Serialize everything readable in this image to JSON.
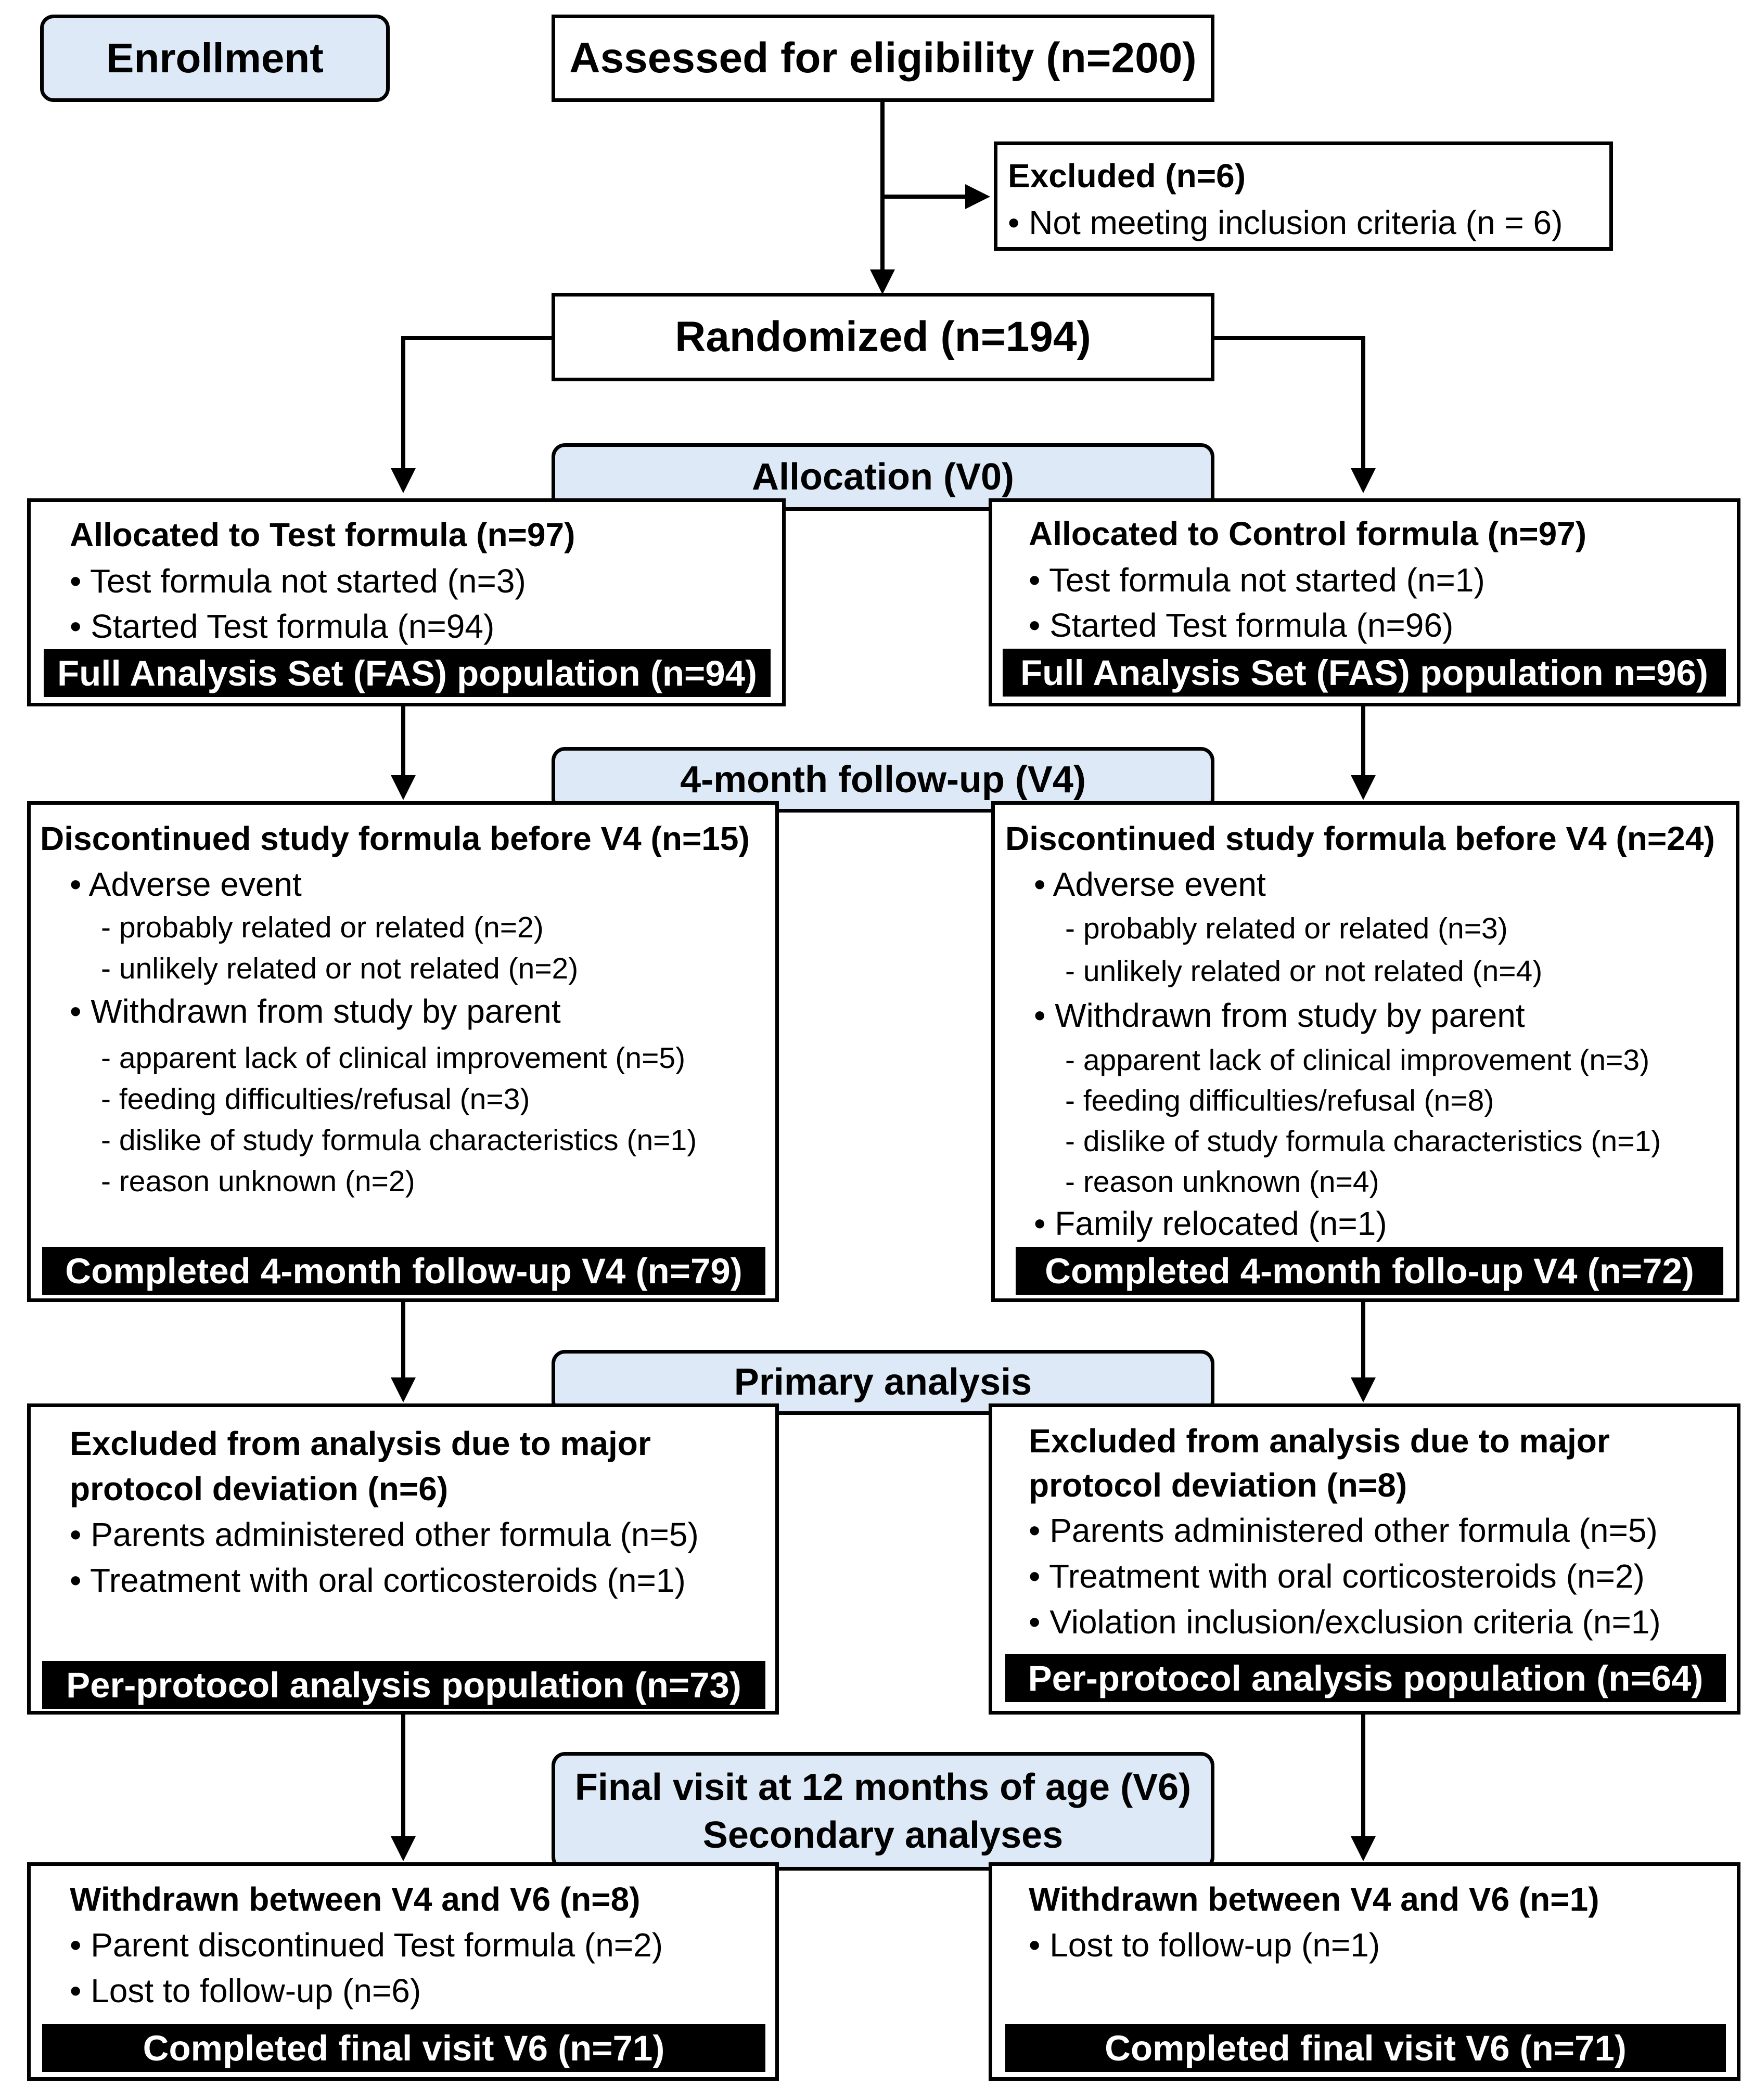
{
  "enrollment": {
    "label": "Enrollment",
    "assessed": "Assessed for eligibility (n=200)",
    "excluded_title": "Excluded (n=6)",
    "excluded_reason": "• Not meeting inclusion criteria (n = 6)",
    "randomized": "Randomized (n=194)"
  },
  "stages": {
    "allocation": "Allocation (V0)",
    "followup": "4-month follow-up (V4)",
    "primary": "Primary analysis",
    "final_line1": "Final visit at 12 months of age (V6)",
    "final_line2": "Secondary analyses"
  },
  "test": {
    "allocation": {
      "title": "Allocated to Test formula (n=97)",
      "items": [
        "• Test formula not started (n=3)",
        "• Started Test formula (n=94)"
      ],
      "result": "Full Analysis Set (FAS) population (n=94)"
    },
    "followup": {
      "title": "Discontinued study formula before V4 (n=15)",
      "ae": "• Adverse event",
      "ae_items": [
        "- probably related or related (n=2)",
        "- unlikely related or not related (n=2)"
      ],
      "withdrawn": "• Withdrawn from study by parent",
      "withdrawn_items": [
        "- apparent lack of clinical improvement (n=5)",
        "- feeding difficulties/refusal (n=3)",
        "- dislike of study formula characteristics (n=1)",
        "- reason unknown (n=2)"
      ],
      "result": "Completed 4-month follow-up V4 (n=79)"
    },
    "primary": {
      "title_line1": "Excluded from analysis due to major",
      "title_line2": "protocol deviation (n=6)",
      "items": [
        "• Parents administered other formula (n=5)",
        "• Treatment with oral corticosteroids (n=1)"
      ],
      "result": "Per-protocol analysis population (n=73)"
    },
    "final": {
      "title": "Withdrawn between V4 and V6 (n=8)",
      "items": [
        "• Parent discontinued Test formula (n=2)",
        "• Lost to follow-up (n=6)"
      ],
      "result": "Completed final visit V6 (n=71)"
    }
  },
  "control": {
    "allocation": {
      "title": "Allocated to Control formula (n=97)",
      "items": [
        "• Test formula not started (n=1)",
        "• Started Test formula (n=96)"
      ],
      "result": "Full Analysis Set (FAS) population n=96)"
    },
    "followup": {
      "title": "Discontinued study formula before V4 (n=24)",
      "ae": "• Adverse event",
      "ae_items": [
        "- probably related or related (n=3)",
        "- unlikely related or not related (n=4)"
      ],
      "withdrawn": "• Withdrawn from study by parent",
      "withdrawn_items": [
        "- apparent lack of clinical improvement (n=3)",
        "- feeding difficulties/refusal (n=8)",
        "- dislike of study formula characteristics (n=1)",
        "- reason unknown (n=4)"
      ],
      "relocated": "• Family relocated (n=1)",
      "result": "Completed 4-month follo-up V4 (n=72)"
    },
    "primary": {
      "title_line1": "Excluded from analysis due to major",
      "title_line2": "protocol deviation (n=8)",
      "items": [
        "• Parents administered other formula (n=5)",
        "• Treatment with oral corticosteroids (n=2)",
        "• Violation inclusion/exclusion criteria (n=1)"
      ],
      "result": "Per-protocol analysis population (n=64)"
    },
    "final": {
      "title": "Withdrawn between V4 and V6 (n=1)",
      "items": [
        "• Lost to follow-up (n=1)"
      ],
      "result": "Completed final visit V6 (n=71)"
    }
  }
}
